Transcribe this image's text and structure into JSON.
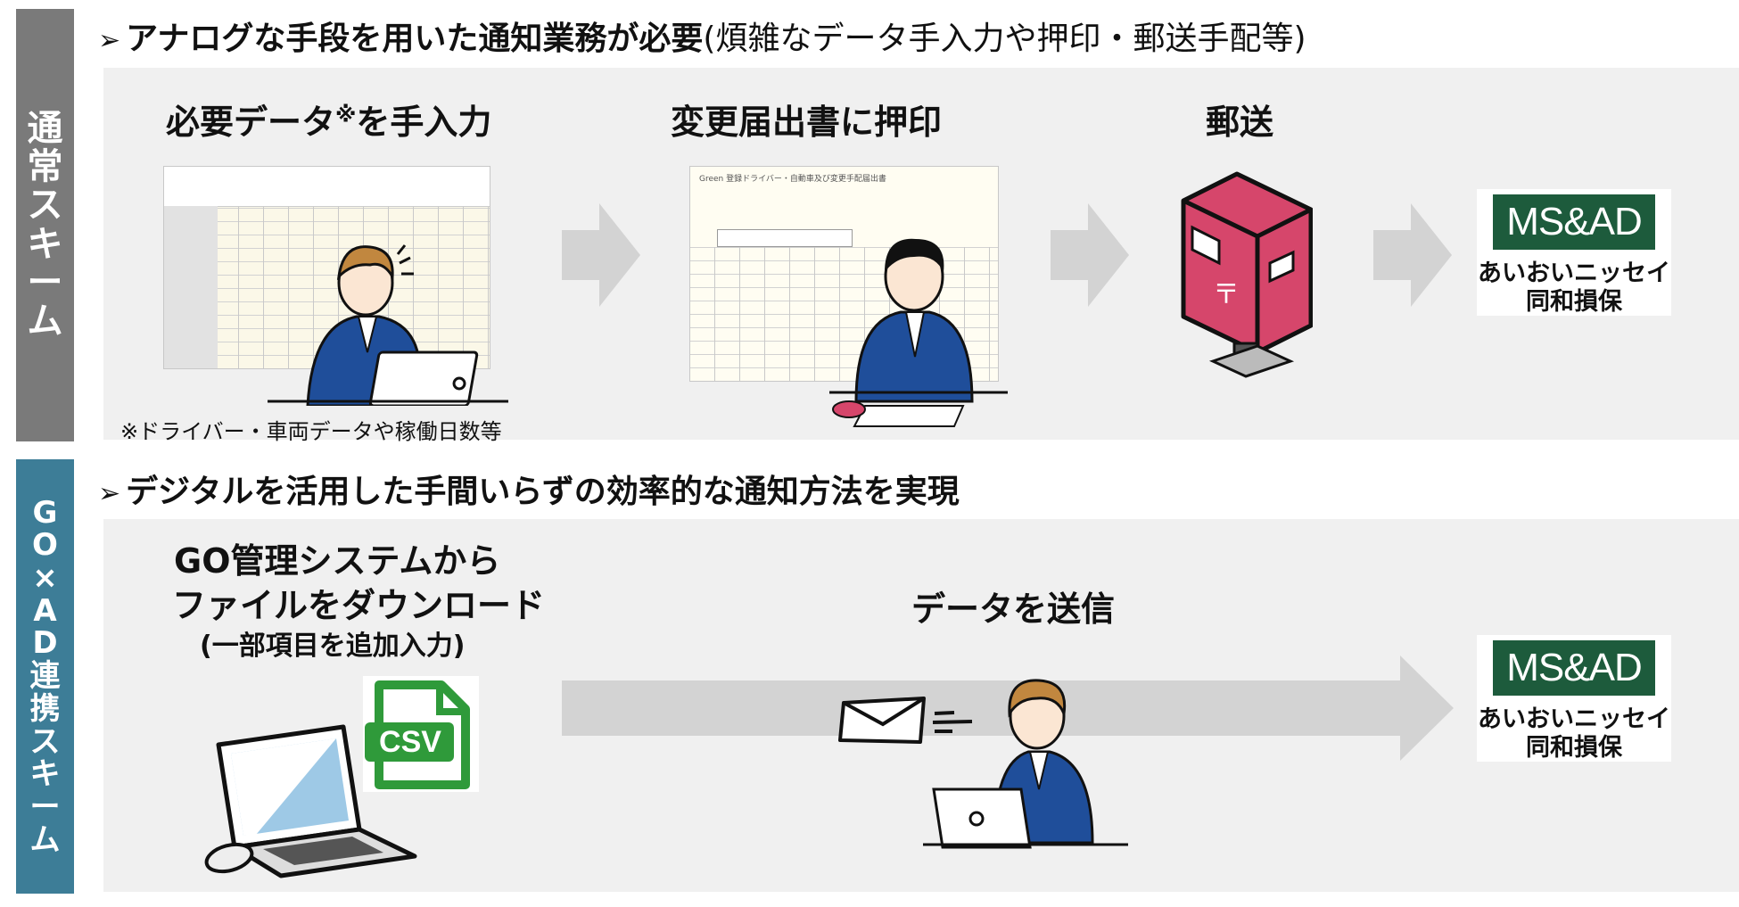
{
  "top": {
    "side_label": [
      "通",
      "常",
      "ス",
      "キ",
      "ー",
      "ム"
    ],
    "heading_bold": "アナログな手段を用いた通知業務が必要",
    "heading_normal": "(煩雑なデータ手入力や押印・郵送手配等)",
    "steps": {
      "input_pre": "必要データ",
      "input_mark": "※",
      "input_post": "を手入力",
      "stamp": "変更届出書に押印",
      "mail": "郵送"
    },
    "footnote": "※ドライバー・車両データや稼働日数等",
    "sheet2_title": "Green 登録ドライバー・自動車及び変更手配届出書"
  },
  "bottom": {
    "side_label": [
      "G",
      "O",
      "×",
      "A",
      "D",
      "連",
      "携",
      "ス",
      "キ",
      "ー",
      "ム"
    ],
    "heading": "デジタルを活用した手間いらずの効率的な通知方法を実現",
    "download_line1": "GO管理システムから",
    "download_line2": "ファイルをダウンロード",
    "download_line3": "(一部項目を追加入力)",
    "csv_label": "CSV",
    "send_label": "データを送信"
  },
  "msad": {
    "logo_text": "MS&AD",
    "line1": "あいおいニッセイ",
    "line2": "同和損保"
  },
  "colors": {
    "top_band": "#7a7a7a",
    "bottom_band": "#3d7d97",
    "panel": "#f0f0f0",
    "arrow": "#d3d3d3",
    "msad_green": "#1d5b3c",
    "postbox": "#d6466b",
    "suit": "#1f4e9a",
    "csv_green": "#2f9a3a"
  }
}
